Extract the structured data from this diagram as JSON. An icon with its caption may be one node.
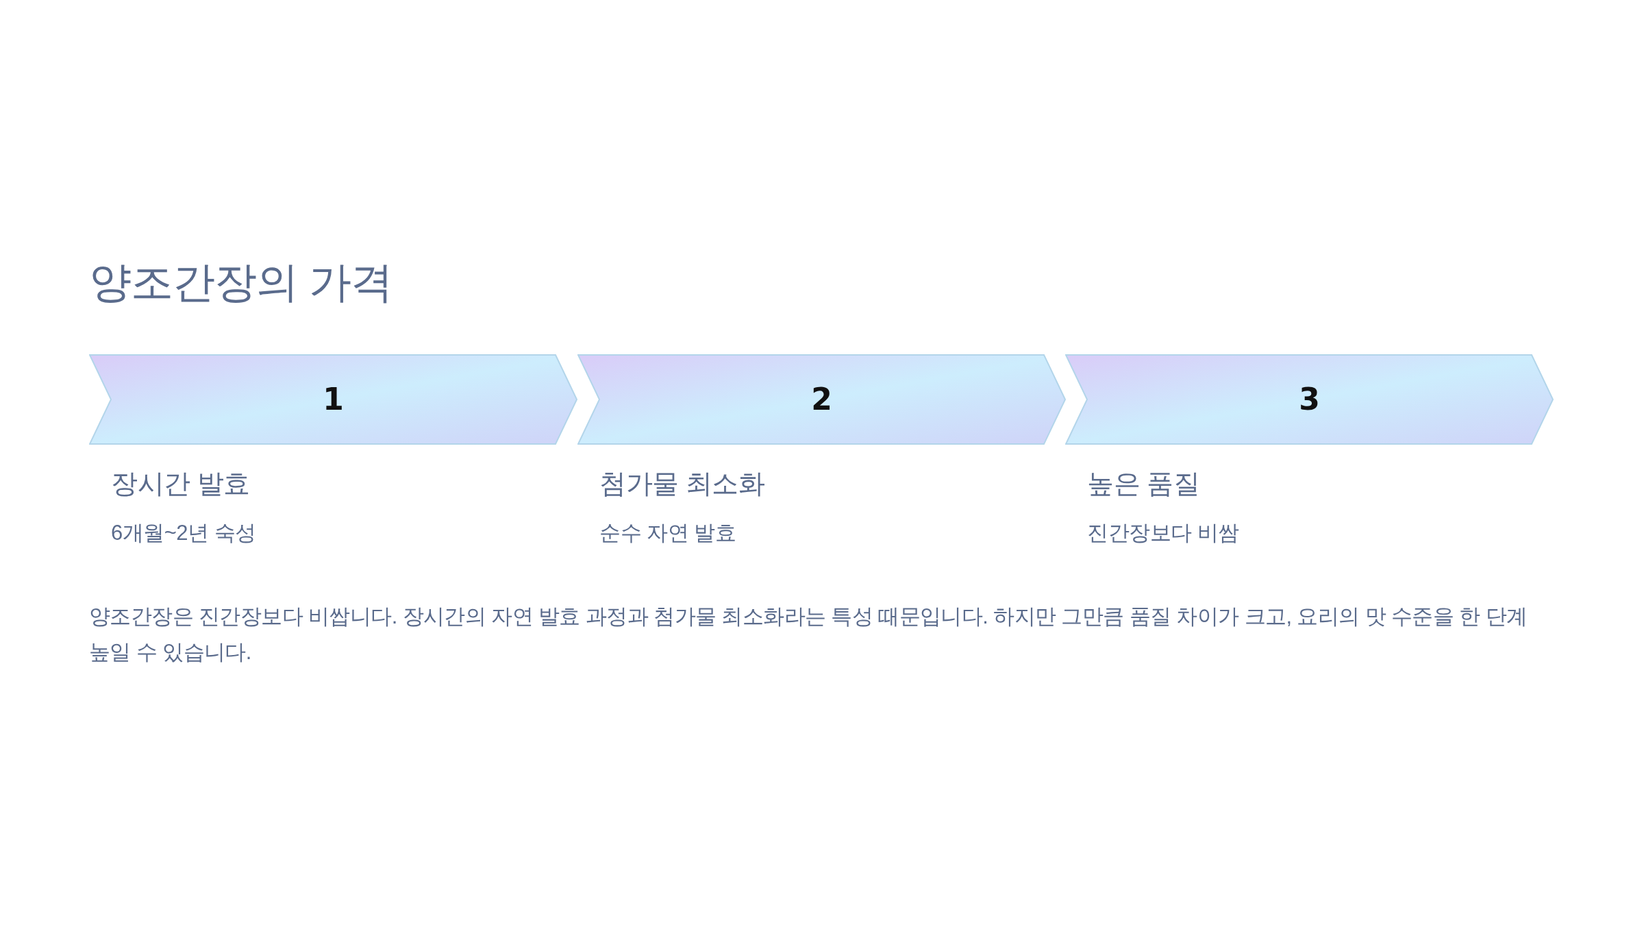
{
  "diagram": {
    "title": "양조간장의 가격",
    "nodes": [
      {
        "text": [
          "1"
        ],
        "beside": [
          "장시간 발효",
          "6개월~2년 숙성"
        ]
      },
      {
        "text": [
          "2"
        ],
        "beside": [
          "첨가물 최소화",
          "순수 자연 발효"
        ]
      },
      {
        "text": [
          "3"
        ],
        "beside": [
          "높은 품질",
          "진간장보다 비쌈"
        ]
      }
    ],
    "labels": [
      "양조간장은 진간장보다 비쌉니다. 장시간의 자연 발효 과정과 첨가물 최소화라는 특성 때문입니다. 하지만 그만큼 품질 차이가 크고, 요리의 맛 수준을 한 단계 높일 수 있습니다."
    ]
  }
}
